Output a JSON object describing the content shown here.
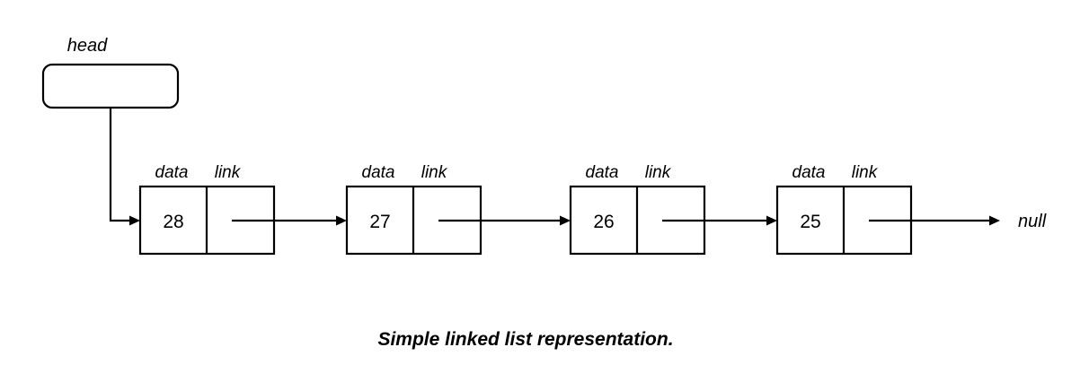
{
  "figure": {
    "caption": "Simple linked list representation.",
    "background_color": "#ffffff",
    "stroke_color": "#000000"
  },
  "head_pointer": {
    "label": "head",
    "box_value": "",
    "shape": "rounded-rectangle"
  },
  "terminator": {
    "label": "null"
  },
  "field_labels": {
    "data": "data",
    "link": "link"
  },
  "chart_data": {
    "type": "diagram",
    "title": "Simple linked list representation.",
    "structure": "singly-linked-list",
    "node_count": 4,
    "values": [
      28,
      27,
      26,
      25
    ],
    "nodes": [
      {
        "index": 0,
        "data": "28",
        "data_label": "data",
        "link_label": "link",
        "points_to": "27"
      },
      {
        "index": 1,
        "data": "27",
        "data_label": "data",
        "link_label": "link",
        "points_to": "26"
      },
      {
        "index": 2,
        "data": "26",
        "data_label": "data",
        "link_label": "link",
        "points_to": "25"
      },
      {
        "index": 3,
        "data": "25",
        "data_label": "data",
        "link_label": "link",
        "points_to": "null"
      }
    ],
    "entry_point": "head",
    "tail_link": "null"
  }
}
